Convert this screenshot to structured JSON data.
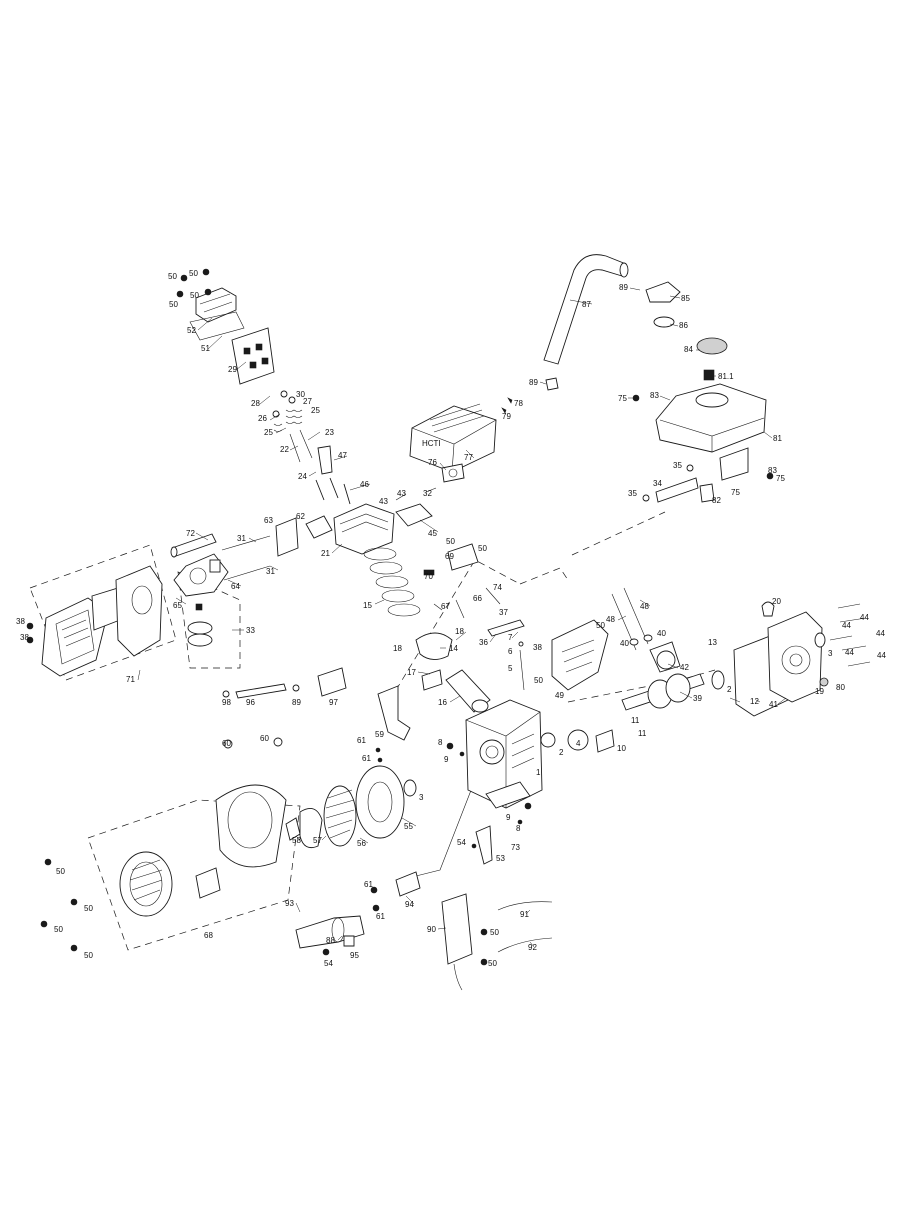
{
  "diagram": {
    "callouts": [
      {
        "id": "c50a",
        "text": "50"
      },
      {
        "id": "c50b",
        "text": "50"
      },
      {
        "id": "c50c",
        "text": "50"
      },
      {
        "id": "c50d",
        "text": "50"
      },
      {
        "id": "c52",
        "text": "52"
      },
      {
        "id": "c51",
        "text": "51"
      },
      {
        "id": "c29",
        "text": "29"
      },
      {
        "id": "c28",
        "text": "28"
      },
      {
        "id": "c30",
        "text": "30"
      },
      {
        "id": "c27",
        "text": "27"
      },
      {
        "id": "c26",
        "text": "26"
      },
      {
        "id": "c25a",
        "text": "25"
      },
      {
        "id": "c25b",
        "text": "25"
      },
      {
        "id": "c23",
        "text": "23"
      },
      {
        "id": "c22",
        "text": "22"
      },
      {
        "id": "c47",
        "text": "47"
      },
      {
        "id": "c24",
        "text": "24"
      },
      {
        "id": "c46",
        "text": "46"
      },
      {
        "id": "c87",
        "text": "87"
      },
      {
        "id": "c89a",
        "text": "89"
      },
      {
        "id": "c85",
        "text": "85"
      },
      {
        "id": "c86",
        "text": "86"
      },
      {
        "id": "c84",
        "text": "84"
      },
      {
        "id": "c811",
        "text": "81.1"
      },
      {
        "id": "c89b",
        "text": "89"
      },
      {
        "id": "c75a",
        "text": "75"
      },
      {
        "id": "c83a",
        "text": "83"
      },
      {
        "id": "c78",
        "text": "78"
      },
      {
        "id": "c79",
        "text": "79"
      },
      {
        "id": "c81",
        "text": "81"
      },
      {
        "id": "c77",
        "text": "77"
      },
      {
        "id": "c76",
        "text": "76"
      },
      {
        "id": "c35a",
        "text": "35"
      },
      {
        "id": "c83b",
        "text": "83"
      },
      {
        "id": "c75b",
        "text": "75"
      },
      {
        "id": "c34",
        "text": "34"
      },
      {
        "id": "c75c",
        "text": "75"
      },
      {
        "id": "c35b",
        "text": "35"
      },
      {
        "id": "c82",
        "text": "82"
      },
      {
        "id": "c43a",
        "text": "43"
      },
      {
        "id": "c32",
        "text": "32"
      },
      {
        "id": "c43b",
        "text": "43"
      },
      {
        "id": "c45",
        "text": "45"
      },
      {
        "id": "c62",
        "text": "62"
      },
      {
        "id": "c63",
        "text": "63"
      },
      {
        "id": "c21",
        "text": "21"
      },
      {
        "id": "c72",
        "text": "72"
      },
      {
        "id": "c31a",
        "text": "31"
      },
      {
        "id": "c31b",
        "text": "31"
      },
      {
        "id": "c50e",
        "text": "50"
      },
      {
        "id": "c50f",
        "text": "50"
      },
      {
        "id": "c69",
        "text": "69"
      },
      {
        "id": "c70",
        "text": "70"
      },
      {
        "id": "c74",
        "text": "74"
      },
      {
        "id": "c66",
        "text": "66"
      },
      {
        "id": "c67",
        "text": "67"
      },
      {
        "id": "c65",
        "text": "65"
      },
      {
        "id": "c64",
        "text": "64"
      },
      {
        "id": "c15",
        "text": "15"
      },
      {
        "id": "c33",
        "text": "33"
      },
      {
        "id": "c38a",
        "text": "38"
      },
      {
        "id": "c38b",
        "text": "38"
      },
      {
        "id": "c71",
        "text": "71"
      },
      {
        "id": "c18a",
        "text": "18"
      },
      {
        "id": "c18b",
        "text": "18"
      },
      {
        "id": "c14",
        "text": "14"
      },
      {
        "id": "c17",
        "text": "17"
      },
      {
        "id": "c16",
        "text": "16"
      },
      {
        "id": "c37",
        "text": "37"
      },
      {
        "id": "c7",
        "text": "7"
      },
      {
        "id": "c6",
        "text": "6"
      },
      {
        "id": "c5",
        "text": "5"
      },
      {
        "id": "c36",
        "text": "36"
      },
      {
        "id": "c38c",
        "text": "38"
      },
      {
        "id": "c48a",
        "text": "48"
      },
      {
        "id": "c48b",
        "text": "48"
      },
      {
        "id": "c50g",
        "text": "50"
      },
      {
        "id": "c40a",
        "text": "40"
      },
      {
        "id": "c40b",
        "text": "40"
      },
      {
        "id": "c42",
        "text": "42"
      },
      {
        "id": "c50h",
        "text": "50"
      },
      {
        "id": "c49",
        "text": "49"
      },
      {
        "id": "c20",
        "text": "20"
      },
      {
        "id": "c44a",
        "text": "44"
      },
      {
        "id": "c44b",
        "text": "44"
      },
      {
        "id": "c44c",
        "text": "44"
      },
      {
        "id": "c44d",
        "text": "44"
      },
      {
        "id": "c44e",
        "text": "44"
      },
      {
        "id": "c13",
        "text": "13"
      },
      {
        "id": "c3a",
        "text": "3"
      },
      {
        "id": "c80",
        "text": "80"
      },
      {
        "id": "c19",
        "text": "19"
      },
      {
        "id": "c2a",
        "text": "2"
      },
      {
        "id": "c12",
        "text": "12"
      },
      {
        "id": "c41",
        "text": "41"
      },
      {
        "id": "c39",
        "text": "39"
      },
      {
        "id": "c11a",
        "text": "11"
      },
      {
        "id": "c11b",
        "text": "11"
      },
      {
        "id": "c10",
        "text": "10"
      },
      {
        "id": "c4",
        "text": "4"
      },
      {
        "id": "c2b",
        "text": "2"
      },
      {
        "id": "c98",
        "text": "98"
      },
      {
        "id": "c96",
        "text": "96"
      },
      {
        "id": "c89c",
        "text": "89"
      },
      {
        "id": "c97",
        "text": "97"
      },
      {
        "id": "c59",
        "text": "59"
      },
      {
        "id": "c61a",
        "text": "61"
      },
      {
        "id": "c61b",
        "text": "61"
      },
      {
        "id": "c8a",
        "text": "8"
      },
      {
        "id": "c9a",
        "text": "9"
      },
      {
        "id": "c1",
        "text": "1"
      },
      {
        "id": "c60a",
        "text": "60"
      },
      {
        "id": "c60b",
        "text": "60"
      },
      {
        "id": "c3b",
        "text": "3"
      },
      {
        "id": "c55",
        "text": "55"
      },
      {
        "id": "c56",
        "text": "56"
      },
      {
        "id": "c57",
        "text": "57"
      },
      {
        "id": "c58",
        "text": "58"
      },
      {
        "id": "c9b",
        "text": "9"
      },
      {
        "id": "c8b",
        "text": "8"
      },
      {
        "id": "c54a",
        "text": "54"
      },
      {
        "id": "c73",
        "text": "73"
      },
      {
        "id": "c53",
        "text": "53"
      },
      {
        "id": "c50i",
        "text": "50"
      },
      {
        "id": "c50j",
        "text": "50"
      },
      {
        "id": "c50k",
        "text": "50"
      },
      {
        "id": "c50l",
        "text": "50"
      },
      {
        "id": "c68",
        "text": "68"
      },
      {
        "id": "c61c",
        "text": "61"
      },
      {
        "id": "c61d",
        "text": "61"
      },
      {
        "id": "c94",
        "text": "94"
      },
      {
        "id": "c93",
        "text": "93"
      },
      {
        "id": "c88",
        "text": "88"
      },
      {
        "id": "c95",
        "text": "95"
      },
      {
        "id": "c54b",
        "text": "54"
      },
      {
        "id": "c90",
        "text": "90"
      },
      {
        "id": "c91",
        "text": "91"
      },
      {
        "id": "c50m",
        "text": "50"
      },
      {
        "id": "c92",
        "text": "92"
      },
      {
        "id": "c50n",
        "text": "50"
      }
    ],
    "decal": {
      "brand_text": "HCTI"
    }
  }
}
